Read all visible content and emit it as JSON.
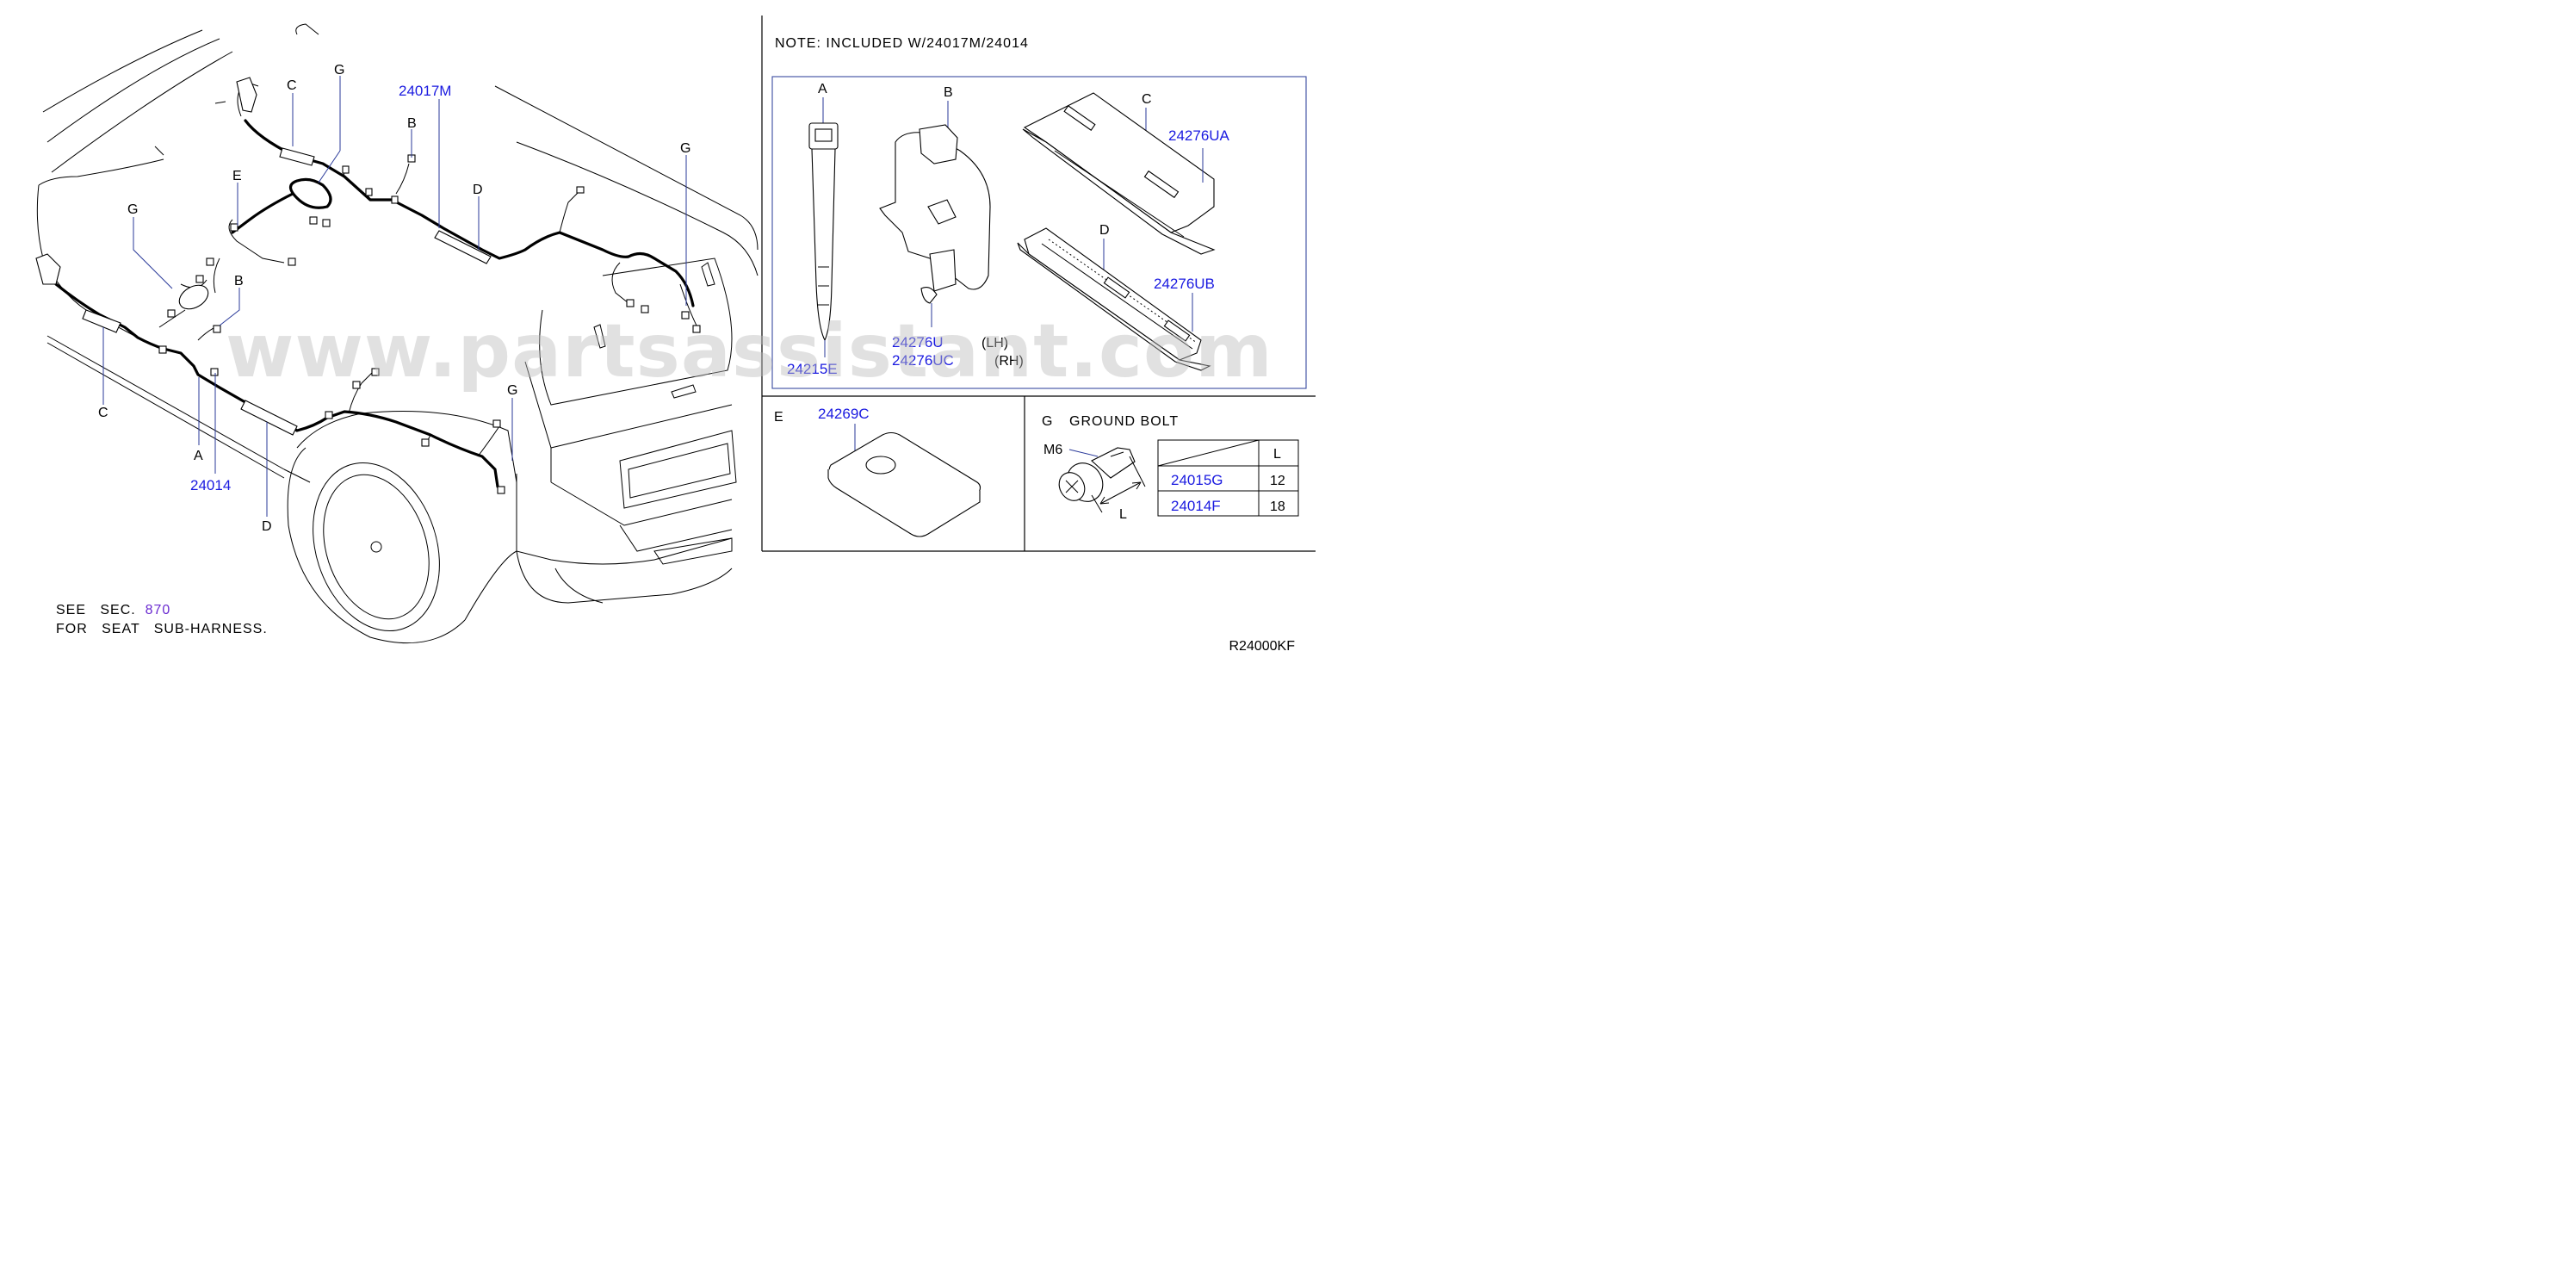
{
  "main_diagram": {
    "callouts": {
      "c_top": "C",
      "g_top": "G",
      "pn_24017m": "24017M",
      "b_top": "B",
      "d_top": "D",
      "g_right": "G",
      "e_left": "E",
      "g_left": "G",
      "b_left": "B",
      "c_bottom": "C",
      "a_bottom": "A",
      "pn_24014": "24014",
      "d_bottom": "D",
      "g_bottom": "G"
    },
    "watermark": "www.partsassistant.com"
  },
  "note_box": {
    "note": "NOTE:   INCLUDED   W/24017M/24014",
    "labels": {
      "a": "A",
      "b": "B",
      "c": "C",
      "d": "D"
    },
    "parts": {
      "pn_24215e": "24215E",
      "pn_24276u": "24276U",
      "pn_24276uc": "24276UC",
      "lh": "(LH)",
      "rh": "(RH)",
      "pn_24276ua": "24276UA",
      "pn_24276ub": "24276UB"
    }
  },
  "part_e": {
    "label": "E",
    "part_no": "24269C"
  },
  "part_g": {
    "label": "G",
    "title": "GROUND   BOLT",
    "thread": "M6",
    "length_label": "L",
    "table": {
      "header": "L",
      "rows": [
        {
          "part_no": "24015G",
          "length": "12"
        },
        {
          "part_no": "24014F",
          "length": "18"
        }
      ]
    }
  },
  "footer": {
    "see": "SEE   SEC.",
    "section": "870",
    "for_text": "FOR   SEAT   SUB-HARNESS.",
    "drawing_code": "R24000KF"
  }
}
